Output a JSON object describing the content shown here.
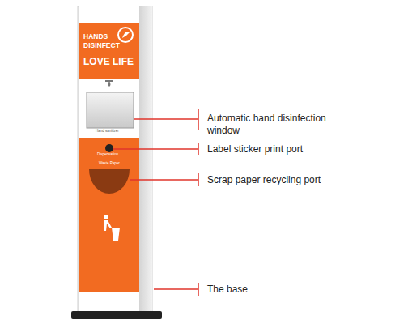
{
  "diagram": {
    "nodes": [
      {
        "text": [
          "HANDS DISINFECT",
          "LOVE LIFE"
        ]
      },
      {
        "text": [
          "Dispensation",
          "Waste Paper"
        ]
      }
    ],
    "labels": [
      "Hand sanitizer",
      "Automatic hand disinfection window",
      "Label sticker print port",
      "Scrap paper recycling port",
      "The base"
    ]
  }
}
